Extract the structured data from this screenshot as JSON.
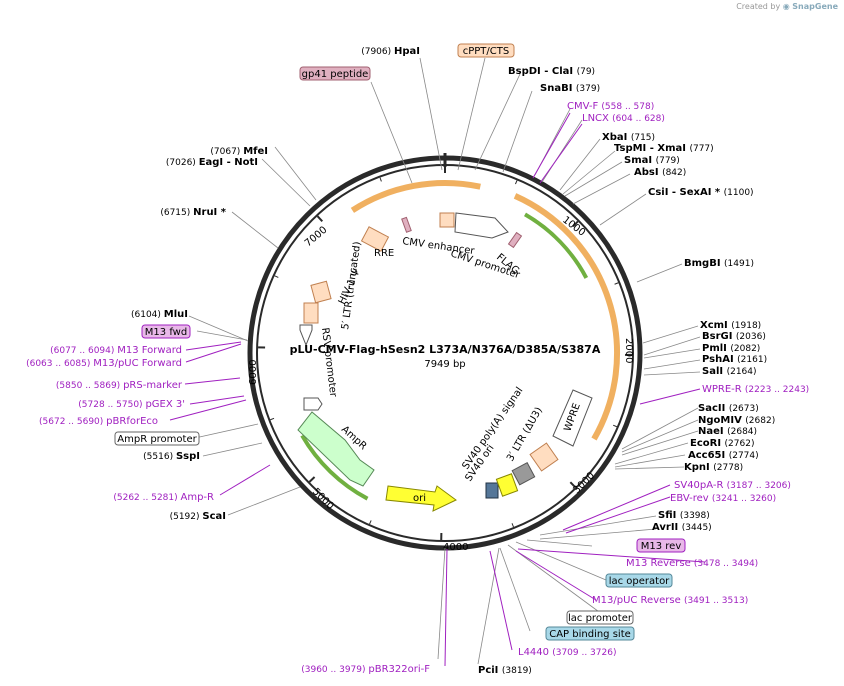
{
  "credit": {
    "prefix": "Created by",
    "brand": "SnapGene"
  },
  "map": {
    "name": "pLU-CMV-Flag-hSesn2 L373A/N376A/D385A/S387A",
    "length_label": "7949 bp",
    "length": 7949,
    "tick_labels": [
      "1000",
      "2000",
      "3000",
      "4000",
      "5000",
      "6000",
      "7000"
    ]
  },
  "colors": {
    "backbone": "#2a2a2a",
    "enzyme_text": "#000000",
    "primer": "#a020c0",
    "orange_feature": "#f0b060",
    "green_feature": "#70b040",
    "ori": "#ffff33",
    "ampr": "#ccffcc",
    "promoter": "#ffffff",
    "misc_feature": "#ffddc0",
    "peptide_tag": "#e0b0c0",
    "cap_site": "#a8d8e8",
    "gray_box": "#999999"
  },
  "enzymes": [
    {
      "name": "HpaI",
      "pos": "(7906)"
    },
    {
      "name": "BspDI - ClaI",
      "pos": "(79)"
    },
    {
      "name": "SnaBI",
      "pos": "(379)"
    },
    {
      "name": "XbaI",
      "pos": "(715)"
    },
    {
      "name": "TspMI - XmaI",
      "pos": "(777)"
    },
    {
      "name": "SmaI",
      "pos": "(779)"
    },
    {
      "name": "AbsI",
      "pos": "(842)"
    },
    {
      "name": "CsiI - SexAI *",
      "pos": "(1100)"
    },
    {
      "name": "BmgBI",
      "pos": "(1491)"
    },
    {
      "name": "XcmI",
      "pos": "(1918)"
    },
    {
      "name": "BsrGI",
      "pos": "(2036)"
    },
    {
      "name": "PmlI",
      "pos": "(2082)"
    },
    {
      "name": "PshAI",
      "pos": "(2161)"
    },
    {
      "name": "SalI",
      "pos": "(2164)"
    },
    {
      "name": "SacII",
      "pos": "(2673)"
    },
    {
      "name": "NgoMIV",
      "pos": "(2682)"
    },
    {
      "name": "NaeI",
      "pos": "(2684)"
    },
    {
      "name": "EcoRI",
      "pos": "(2762)"
    },
    {
      "name": "Acc65I",
      "pos": "(2774)"
    },
    {
      "name": "KpnI",
      "pos": "(2778)"
    },
    {
      "name": "SfiI",
      "pos": "(3398)"
    },
    {
      "name": "AvrII",
      "pos": "(3445)"
    },
    {
      "name": "PciI",
      "pos": "(3819)"
    },
    {
      "name": "ScaI",
      "pos": "(5192)"
    },
    {
      "name": "SspI",
      "pos": "(5516)"
    },
    {
      "name": "MluI",
      "pos": "(6104)"
    },
    {
      "name": "NruI *",
      "pos": "(6715)"
    },
    {
      "name": "EagI - NotI",
      "pos": "(7026)"
    },
    {
      "name": "MfeI",
      "pos": "(7067)"
    }
  ],
  "primers": [
    {
      "name": "CMV-F",
      "pos": "(558 .. 578)"
    },
    {
      "name": "LNCX",
      "pos": "(604 .. 628)"
    },
    {
      "name": "WPRE-R",
      "pos": "(2223 .. 2243)"
    },
    {
      "name": "SV40pA-R",
      "pos": "(3187 .. 3206)"
    },
    {
      "name": "EBV-rev",
      "pos": "(3241 .. 3260)"
    },
    {
      "name": "M13 Reverse",
      "pos": "(3478 .. 3494)"
    },
    {
      "name": "M13/pUC Reverse",
      "pos": "(3491 .. 3513)"
    },
    {
      "name": "L4440",
      "pos": "(3709 .. 3726)"
    },
    {
      "name": "pBR322ori-F",
      "pos": "(3960 .. 3979)"
    },
    {
      "name": "Amp-R",
      "pos": "(5262 .. 5281)"
    },
    {
      "name": "pBRforEco",
      "pos": "(5672 .. 5690)"
    },
    {
      "name": "pGEX 3'",
      "pos": "(5728 .. 5750)"
    },
    {
      "name": "pRS-marker",
      "pos": "(5850 .. 5869)"
    },
    {
      "name": "M13/pUC Forward",
      "pos": "(6063 .. 6085)"
    },
    {
      "name": "M13 Forward",
      "pos": "(6077 .. 6094)"
    }
  ],
  "boxed_labels": [
    {
      "name": "cPPT/CTS"
    },
    {
      "name": "gp41 peptide"
    },
    {
      "name": "M13 rev"
    },
    {
      "name": "lac operator"
    },
    {
      "name": "lac promoter"
    },
    {
      "name": "CAP binding site"
    },
    {
      "name": "AmpR promoter"
    },
    {
      "name": "M13 fwd"
    }
  ],
  "inner_labels": [
    {
      "name": "RRE"
    },
    {
      "name": "CMV enhancer"
    },
    {
      "name": "CMV promoter"
    },
    {
      "name": "FLAG"
    },
    {
      "name": "HIV-1 Ψ"
    },
    {
      "name": "5′ LTR (truncated)"
    },
    {
      "name": "RSV promoter"
    },
    {
      "name": "AmpR"
    },
    {
      "name": "ori"
    },
    {
      "name": "SV40 poly(A) signal"
    },
    {
      "name": "SV40 ori"
    },
    {
      "name": "3′ LTR (ΔU3)"
    },
    {
      "name": "WPRE"
    }
  ]
}
